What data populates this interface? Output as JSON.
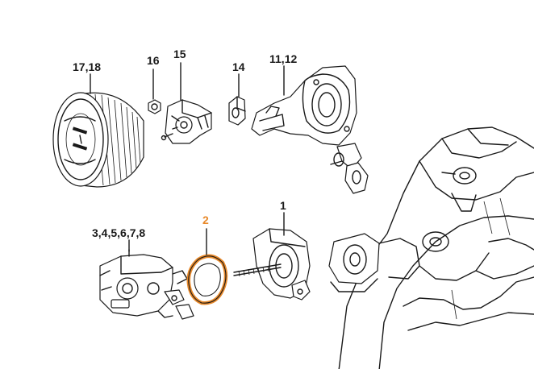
{
  "callouts": {
    "c1718": "17,18",
    "c16": "16",
    "c15": "15",
    "c14": "14",
    "c1112": "11,12",
    "c2": "2",
    "c345678": "3,4,5,6,7,8",
    "c1": "1"
  },
  "colors": {
    "highlight": "#e8892a",
    "line": "#1a1a1a",
    "background": "#ffffff"
  }
}
